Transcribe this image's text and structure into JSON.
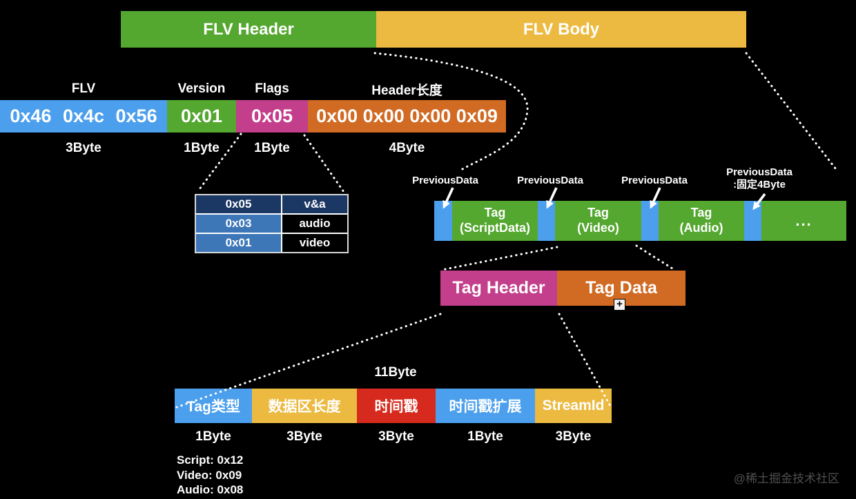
{
  "colors": {
    "background": "#000000",
    "green": "#54a72f",
    "yellow": "#ecba41",
    "blue": "#4b9fed",
    "magenta": "#c33e8b",
    "orange": "#d16a23",
    "red": "#d52a1d",
    "table_navy": "#1b3763",
    "table_blue": "#3d77b7",
    "text": "#ffffff",
    "watermark_gray": "#4f4f4f"
  },
  "top_bar": {
    "header": "FLV Header",
    "body": "FLV Body"
  },
  "flv_header": {
    "fields": [
      {
        "name": "FLV",
        "value": "0x46 0x4c 0x56",
        "size": "3Byte"
      },
      {
        "name": "Version",
        "value": "0x01",
        "size": "1Byte"
      },
      {
        "name": "Flags",
        "value": "0x05",
        "size": "1Byte"
      },
      {
        "name": "Header长度",
        "value": "0x00 0x00 0x00 0x09",
        "size": "4Byte"
      }
    ]
  },
  "flags_table": {
    "rows": [
      {
        "code": "0x05",
        "meaning": "v&a"
      },
      {
        "code": "0x03",
        "meaning": "audio"
      },
      {
        "code": "0x01",
        "meaning": "video"
      }
    ]
  },
  "flv_body": {
    "previous_data_labels": [
      "PreviousData",
      "PreviousData",
      "PreviousData"
    ],
    "previous_data_last": {
      "line1": "PreviousData",
      "line2": ":固定4Byte"
    },
    "tags": [
      {
        "line1": "Tag",
        "line2": "(ScriptData)"
      },
      {
        "line1": "Tag",
        "line2": "(Video)"
      },
      {
        "line1": "Tag",
        "line2": "(Audio)"
      }
    ],
    "ellipsis": "..."
  },
  "tag_structure": {
    "header": "Tag Header",
    "data": "Tag Data"
  },
  "tag_header_detail": {
    "total_size": "11Byte",
    "fields": [
      {
        "label": "Tag类型",
        "size": "1Byte"
      },
      {
        "label": "数据区长度",
        "size": "3Byte"
      },
      {
        "label": "时间戳",
        "size": "3Byte"
      },
      {
        "label": "时间戳扩展",
        "size": "1Byte"
      },
      {
        "label": "StreamId",
        "size": "3Byte"
      }
    ],
    "tag_type_values": "Script: 0x12\nVideo: 0x09\nAudio: 0x08"
  },
  "icons": {
    "plus": "+"
  },
  "watermark": "@稀土掘金技术社区"
}
